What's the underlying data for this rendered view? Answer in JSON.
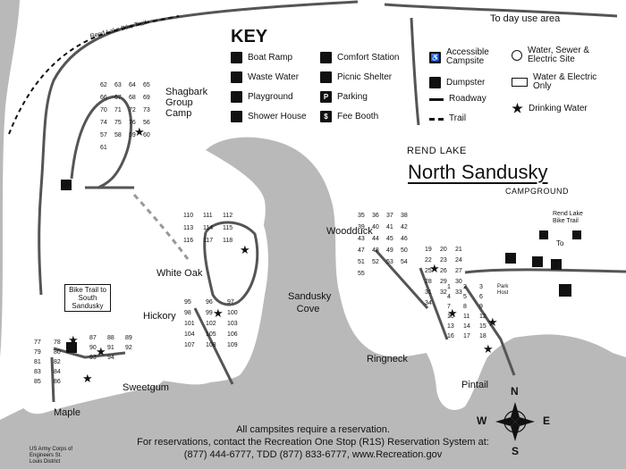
{
  "key": {
    "title": "KEY",
    "items": [
      {
        "label": "Boat Ramp",
        "icon": "boat-ramp-icon"
      },
      {
        "label": "Waste Water",
        "icon": "waste-water-icon"
      },
      {
        "label": "Playground",
        "icon": "playground-icon"
      },
      {
        "label": "Shower House",
        "icon": "shower-house-icon"
      },
      {
        "label": "Comfort Station",
        "icon": "comfort-station-icon"
      },
      {
        "label": "Picnic Shelter",
        "icon": "picnic-shelter-icon"
      },
      {
        "label": "Parking",
        "icon": "parking-icon"
      },
      {
        "label": "Fee Booth",
        "icon": "fee-booth-icon"
      },
      {
        "label": "Accessible Campsite",
        "icon": "accessible-icon"
      },
      {
        "label": "Dumpster",
        "icon": "dumpster-icon"
      },
      {
        "label": "Roadway",
        "icon": "roadway-line-icon"
      },
      {
        "label": "Trail",
        "icon": "trail-dashed-icon"
      },
      {
        "label": "Water, Sewer & Electric Site",
        "icon": "circle-site-icon"
      },
      {
        "label": "Water & Electric Only",
        "icon": "rectangle-site-icon"
      },
      {
        "label": "Drinking Water",
        "icon": "star-icon"
      }
    ]
  },
  "title": {
    "line1": "REND LAKE",
    "main": "North Sandusky",
    "sub": "CAMPGROUND"
  },
  "labels": {
    "day_use": "To day use area",
    "bike_trail_top": "Rend Lake Bike Trail",
    "bike_trail_right": "Rend Lake Bike Trail",
    "to": "To",
    "park_host": "Park Host",
    "bike_trail_box": "Bike Trail to South Sandusky",
    "shagbark": "Shagbark Group Camp",
    "white_oak": "White Oak",
    "hickory": "Hickory",
    "sweetgum": "Sweetgum",
    "maple": "Maple",
    "sandusky_cove": "Sandusky Cove",
    "woodduck": "Woodduck",
    "ringneck": "Ringneck",
    "pintail": "Pintail",
    "north": "N",
    "south": "S",
    "east": "E",
    "west": "W"
  },
  "footer": {
    "line1": "All campsites require a reservation.",
    "line2": "For reservations, contact the Recreation One Stop (R1S) Reservation System at:",
    "line3": "(877) 444-6777, TDD (877) 833-6777, www.Recreation.gov",
    "credit": "US Army Corps of Engineers St. Louis District"
  },
  "sites": {
    "shagbark": [
      "62",
      "63",
      "64",
      "65",
      "66",
      "67",
      "68",
      "69",
      "70",
      "71",
      "72",
      "73",
      "74",
      "75",
      "76",
      "56",
      "57",
      "58",
      "59",
      "60",
      "61"
    ],
    "white_oak": [
      "110",
      "111",
      "112",
      "113",
      "114",
      "115",
      "116",
      "117",
      "118"
    ],
    "hickory": [
      "95",
      "96",
      "97",
      "98",
      "99",
      "100",
      "101",
      "102",
      "103",
      "104",
      "105",
      "106",
      "107",
      "108",
      "109"
    ],
    "sweetgum": [
      "87",
      "88",
      "89",
      "90",
      "91",
      "92",
      "93",
      "94"
    ],
    "maple": [
      "77",
      "78",
      "79",
      "80",
      "81",
      "82",
      "83",
      "84",
      "85",
      "86"
    ],
    "woodduck": [
      "35",
      "36",
      "37",
      "38",
      "39",
      "40",
      "41",
      "42",
      "43",
      "44",
      "45",
      "46",
      "47",
      "48",
      "49",
      "50",
      "51",
      "52",
      "53",
      "54",
      "55"
    ],
    "ringneck": [
      "19",
      "20",
      "21",
      "22",
      "23",
      "24",
      "25",
      "26",
      "27",
      "28",
      "29",
      "30",
      "31",
      "32",
      "33",
      "34"
    ],
    "pintail": [
      "1",
      "2",
      "3",
      "4",
      "5",
      "6",
      "7",
      "8",
      "9",
      "10",
      "11",
      "12",
      "13",
      "14",
      "15",
      "16",
      "17",
      "18"
    ]
  },
  "colors": {
    "water": "#b9b9b9",
    "road": "#555555",
    "ink": "#111111"
  }
}
